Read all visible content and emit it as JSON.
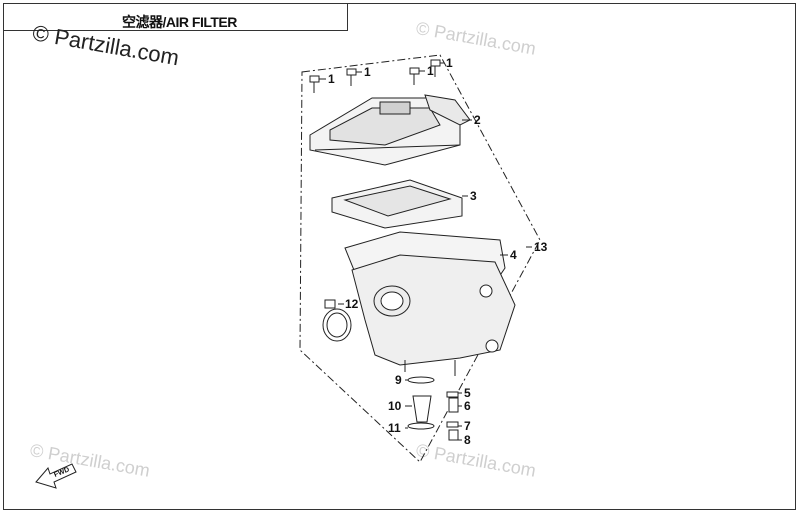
{
  "header": {
    "title": "空滤器/AIR FILTER"
  },
  "branding": {
    "copyright": "© Partzilla.com",
    "watermark": "© Partzilla.com"
  },
  "callouts": [
    "1",
    "1",
    "1",
    "1",
    "2",
    "3",
    "4",
    "13",
    "12",
    "9",
    "5",
    "10",
    "6",
    "11",
    "7",
    "8"
  ],
  "direction_label": "FWD"
}
